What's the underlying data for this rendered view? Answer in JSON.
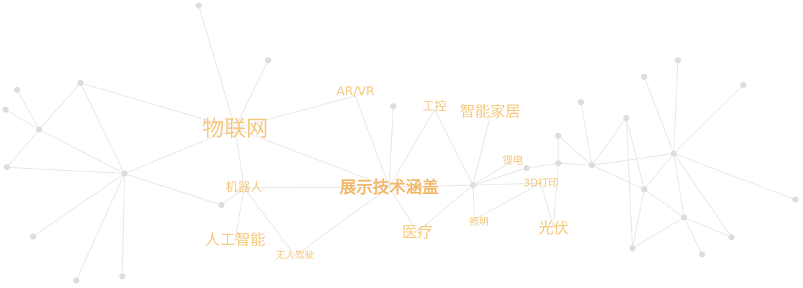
{
  "diagram": {
    "center": "展示技术涵盖",
    "labels": {
      "iot": "物联网",
      "arvr": "AR/VR",
      "industrial": "工控",
      "smarthome": "智能家居",
      "robot": "机器人",
      "lithium": "锂电",
      "print3d": "3D打印",
      "ai": "人工智能",
      "autodrive": "无人驾驶",
      "medical": "医疗",
      "lighting": "照明",
      "pv": "光伏"
    }
  },
  "colors": {
    "label": "#f6c97f",
    "center": "#f2b86a",
    "line": "#e6e6e6",
    "node": "#dddddd"
  }
}
